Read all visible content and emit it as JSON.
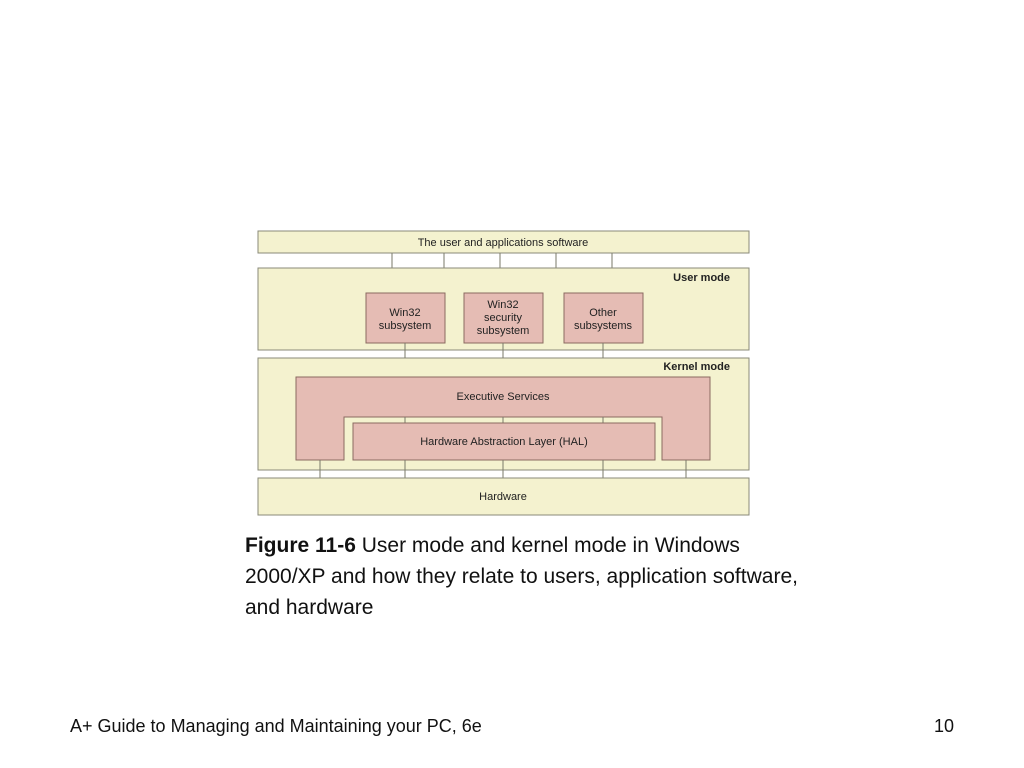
{
  "diagram": {
    "top_bar": "The user and applications software",
    "user_mode_label": "User mode",
    "win32_subsystem": [
      "Win32",
      "subsystem"
    ],
    "win32_security_subsystem": [
      "Win32",
      "security",
      "subsystem"
    ],
    "other_subsystems": [
      "Other",
      "subsystems"
    ],
    "kernel_mode_label": "Kernel mode",
    "executive_services": "Executive Services",
    "hal": "Hardware Abstraction Layer (HAL)",
    "hardware": "Hardware",
    "colors": {
      "band": "#f4f2cf",
      "component": "#e5bcb4",
      "stroke": "#7a7a6a"
    }
  },
  "caption": {
    "figure_label": "Figure 11-6",
    "text": " User mode and kernel mode in Windows 2000/XP and how they relate to users, application software, and hardware"
  },
  "footer": {
    "title": "A+ Guide to Managing and Maintaining your PC, 6e",
    "page_number": "10"
  }
}
